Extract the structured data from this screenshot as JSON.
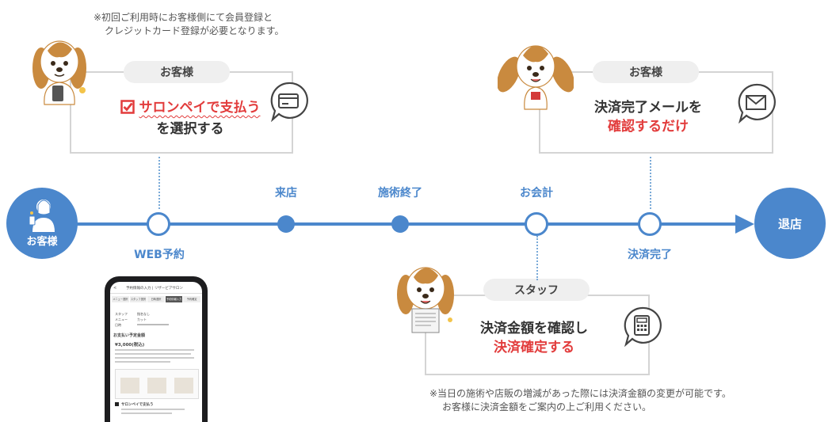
{
  "top_note": {
    "line1": "※初回ご利用時にお客様側にて会員登録と",
    "line2": "クレジットカード登録が必要となります。"
  },
  "customer_card_left": {
    "pill": "お客様",
    "highlight": "サロンペイで支払う",
    "line2": "を選択する",
    "icon": "credit-card-icon"
  },
  "customer_card_right": {
    "pill": "お客様",
    "line1": "決済完了メールを",
    "highlight": "確認するだけ",
    "icon": "envelope-icon"
  },
  "staff_card": {
    "pill": "スタッフ",
    "line1": "決済金額を確認し",
    "highlight": "決済確定する",
    "icon": "calculator-icon"
  },
  "timeline": {
    "start": "お客様",
    "end": "退店",
    "steps": [
      "WEB予約",
      "来店",
      "施術終了",
      "お会計",
      "決済完了"
    ]
  },
  "bottom_note": {
    "line1": "※当日の施術や店販の増減があった際には決済金額の変更が可能です。",
    "line2": "お客様に決済金額をご案内の上ご利用ください。"
  },
  "phone": {
    "header": "予約情報の入力 | リザービアサロン",
    "tabs": [
      "メニュー選択",
      "スタッフ選択",
      "日時選択",
      "予約情報入力",
      "予約確定"
    ],
    "row1_label": "スタッフ",
    "row1_value": "指名なし",
    "row2_label": "メニュー",
    "row2_value": "カット",
    "row3_label": "日時",
    "section_title": "お支払い予定金額",
    "amount": "¥3,000(税込)",
    "checkbox_label": "サロンペイで支払う"
  },
  "colors": {
    "primary_blue": "#4b87cc",
    "accent_red": "#e23c3c",
    "card_border": "#d4d4d4",
    "pill_bg": "#efefef"
  }
}
